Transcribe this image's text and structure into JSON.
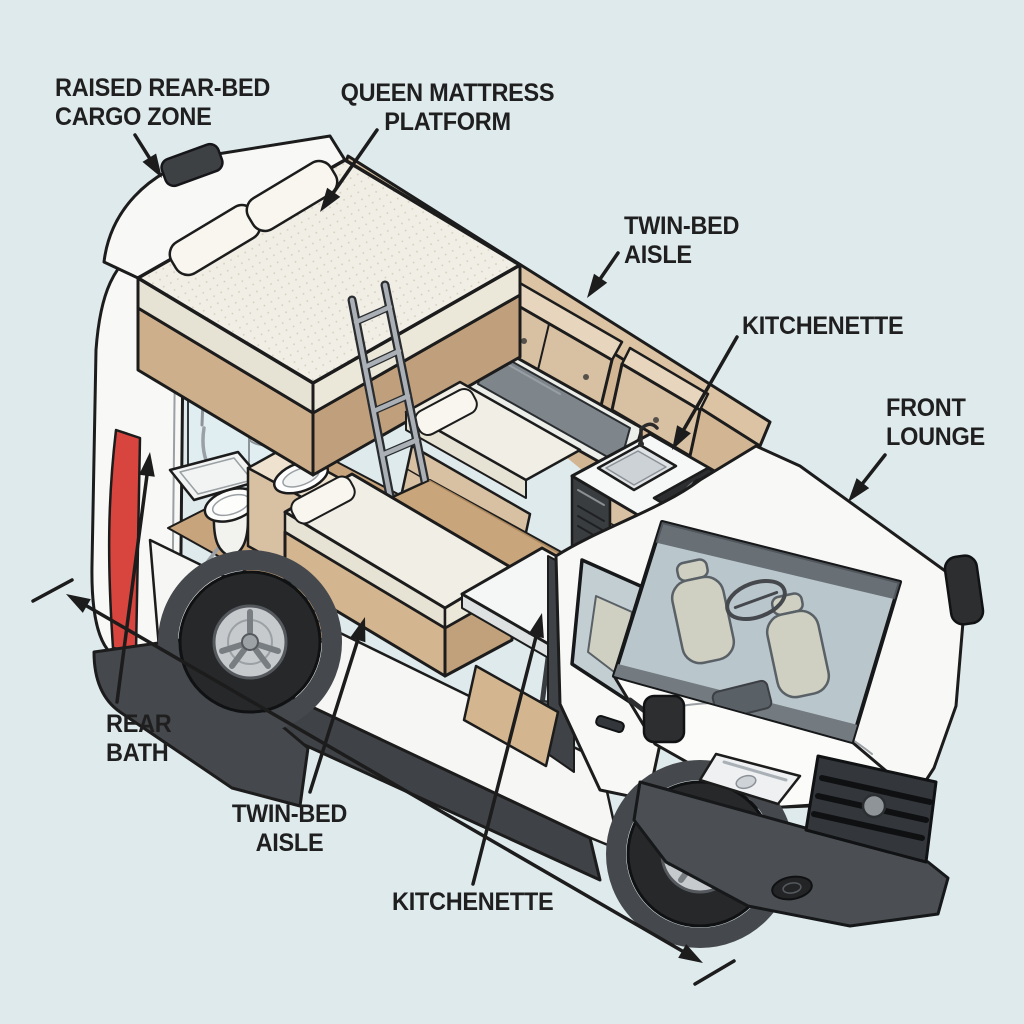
{
  "meta": {
    "alt": "Isometric cutaway illustration of a camper van interior layout"
  },
  "colors": {
    "bg": "#dfeaed",
    "label": "#1f1f1f",
    "ink": "#1c1c1c",
    "body-white": "#f8f8f6",
    "wood": "#d8c0a2",
    "wood-dark": "#c6a886",
    "floor-wood": "#c9a57c",
    "mattress": "#f1eee5",
    "pillow": "#f8f6ef",
    "shower-glass": "#e0eff3",
    "cab-glass": "#b9c6cc",
    "dark-metal": "#45484c",
    "tire": "#26282a",
    "alloy": "#c6cacd",
    "tail-light-red": "#d8453e",
    "appliance-dark": "#3a3d40",
    "seat-beige": "#e6dcc2"
  },
  "labels": {
    "raised_rear_bed_cargo_zone": {
      "line1": "RAISED REAR-BED",
      "line2": "CARGO ZONE"
    },
    "queen_mattress_platform": {
      "line1": "QUEEN MATTRESS",
      "line2": "PLATFORM"
    },
    "twin_bed_aisle_upper": {
      "line1": "TWIN-BED",
      "line2": "AISLE"
    },
    "kitchenette_upper": {
      "text": "KITCHENETTE"
    },
    "front_lounge": {
      "line1": "FRONT",
      "line2": "LOUNGE"
    },
    "rear_bath": {
      "line1": "REAR",
      "line2": "BATH"
    },
    "twin_bed_aisle_lower": {
      "line1": "TWIN-BED",
      "line2": "AISLE"
    },
    "kitchenette_lower": {
      "text": "KITCHENETTE"
    }
  }
}
